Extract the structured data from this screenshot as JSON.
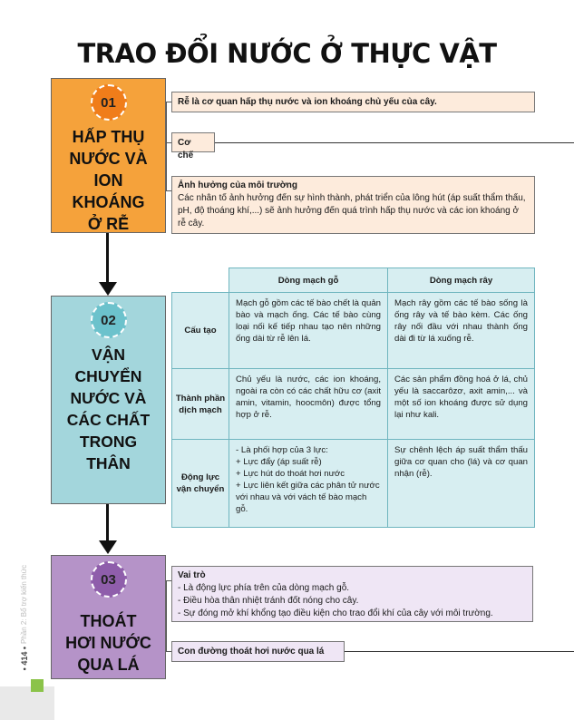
{
  "title": "TRAO ĐỔI NƯỚC Ở THỰC VẬT",
  "sections": [
    {
      "num": "01",
      "title_lines": [
        "HẤP THỤ",
        "NƯỚC VÀ",
        "ION",
        "KHOÁNG",
        "Ở RỄ"
      ],
      "color": "#f5a23b"
    },
    {
      "num": "02",
      "title_lines": [
        "VẬN",
        "CHUYỂN",
        "NƯỚC VÀ",
        "CÁC CHẤT",
        "TRONG",
        "THÂN"
      ],
      "color": "#a3d6dc"
    },
    {
      "num": "03",
      "title_lines": [
        "THOÁT",
        "HƠI NƯỚC",
        "QUA LÁ"
      ],
      "color": "#b593c8"
    }
  ],
  "s1": {
    "root_role": "Rễ là cơ quan hấp thụ nước và ion khoáng chủ yếu của cây.",
    "mechanism": "Cơ chế",
    "env_title": "Ảnh hưởng của môi trường",
    "env_text": "Các nhân tố ảnh hưởng đến sự hình thành, phát triển của lông hút (áp suất thẩm thấu, pH, độ thoáng khí,...) sẽ ảnh hưởng đến quá trình hấp thụ nước và các ion khoáng ở rễ cây."
  },
  "s2": {
    "headers": [
      "",
      "Dòng mạch gỗ",
      "Dòng mạch rây"
    ],
    "rows": [
      {
        "label": "Cấu tạo",
        "xylem": "Mạch gỗ gồm các tế bào chết là quản bào và mạch ống. Các tế bào cùng loại nối kế tiếp nhau tạo nên những ống dài từ rễ lên lá.",
        "phloem": "Mạch rây gồm các tế bào sống là ống rây và tế bào kèm. Các ống rây nối đầu với nhau thành ống dài đi từ lá xuống rễ."
      },
      {
        "label": "Thành phần dịch mạch",
        "xylem": "Chủ yếu là nước, các ion khoáng, ngoài ra còn có các chất hữu cơ (axit amin, vitamin, hoocmôn) được tổng hợp ở rễ.",
        "phloem": "Các sản phẩm đồng hoá ở lá, chủ yếu là saccarôzơ, axit amin,...  và một số ion khoáng được sử dụng lại như kali."
      },
      {
        "label": "Động lực vận chuyển",
        "xylem_lines": [
          "- Là phối hợp của 3 lực:",
          "+ Lực đẩy (áp suất rễ)",
          "+ Lực hút do thoát hơi nước",
          "+ Lực liên kết giữa các phân tử nước với nhau và với vách tế bào mạch gỗ."
        ],
        "phloem": "Sự chênh lệch áp suất thẩm thấu giữa cơ quan cho (lá) và cơ quan nhận (rễ)."
      }
    ]
  },
  "s3": {
    "role_title": "Vai trò",
    "role_lines": [
      "- Là động lực phía trên của dòng mạch gỗ.",
      "- Điều hòa thân nhiệt tránh đốt nóng cho cây.",
      "- Sự đóng mở khí khổng tạo điều kiện cho trao đổi khí của cây với môi trường."
    ],
    "path": "Con đường thoát hơi nước qua lá"
  },
  "footer": {
    "side_text": "Phần 2: Bổ trợ kiến thức",
    "page": "• 414 •"
  }
}
